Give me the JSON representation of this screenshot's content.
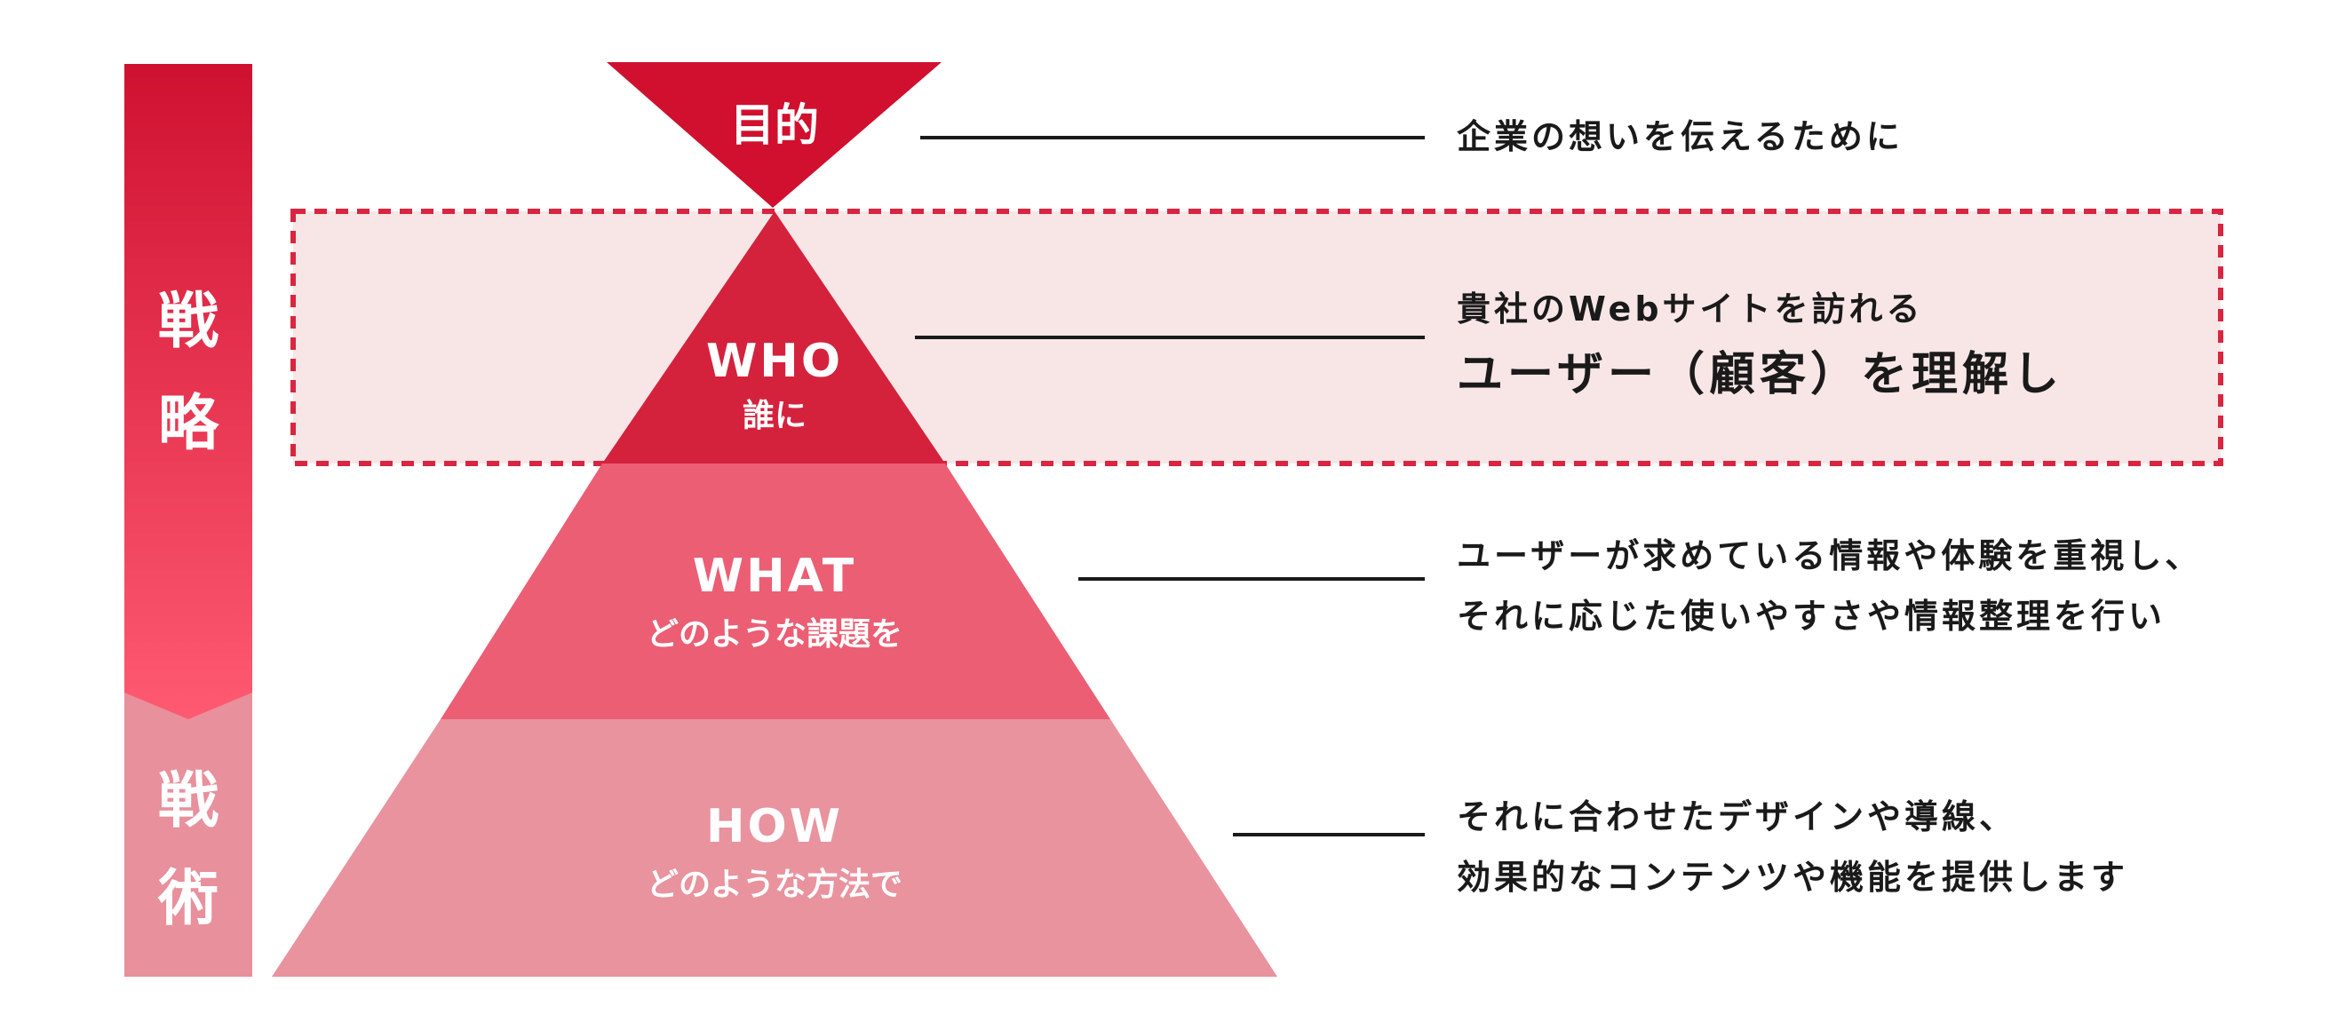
{
  "side_bar": {
    "strategy_label": "戦略",
    "tactics_label": "戦術",
    "colors": {
      "strategy_top": "#cf1130",
      "strategy_bottom": "#ff5a72",
      "tactics": "#e8909c"
    }
  },
  "pyramid": {
    "purpose": {
      "label": "目的",
      "color": "#d0102e"
    },
    "who": {
      "title": "WHO",
      "subtitle": "誰に",
      "color": "#d4223d"
    },
    "what": {
      "title": "WHAT",
      "subtitle": "どのような課題を",
      "color": "#eb5e74"
    },
    "how": {
      "title": "HOW",
      "subtitle": "どのような方法で",
      "color": "#e8939e"
    }
  },
  "highlight": {
    "fill": "#f8e6e7",
    "border": "#d9253f"
  },
  "descriptions": {
    "purpose": {
      "line1": "企業の想いを伝えるために"
    },
    "who": {
      "line1": "貴社のWebサイトを訪れる",
      "line2": "ユーザー（顧客）を理解し"
    },
    "what": {
      "line1": "ユーザーが求めている情報や体験を重視し、",
      "line2": "それに応じた使いやすさや情報整理を行い"
    },
    "how": {
      "line1": "それに合わせたデザインや導線、",
      "line2": "効果的なコンテンツや機能を提供します"
    }
  }
}
